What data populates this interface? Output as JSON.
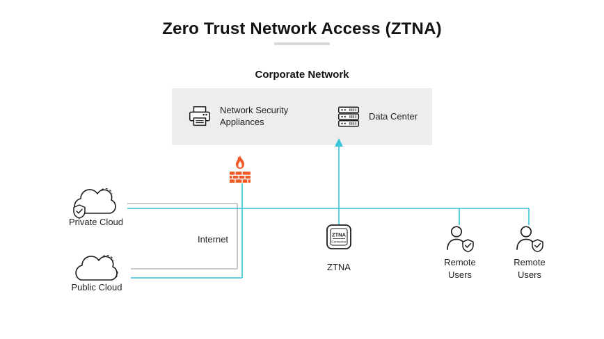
{
  "title": "Zero Trust Network Access (ZTNA)",
  "corporate": {
    "label": "Corporate Network",
    "appliances_label": "Network Security Appliances",
    "datacenter_label": "Data Center"
  },
  "nodes": {
    "internet_label": "Internet",
    "private_cloud_label": "Private Cloud",
    "public_cloud_label": "Public Cloud",
    "ztna_label": "ZTNA",
    "ztna_chip_line1": "ZTNA",
    "ztna_chip_line2": "Connector"
  },
  "remote_users": [
    {
      "label": "Remote Users"
    },
    {
      "label": "Remote Users"
    }
  ],
  "icons": {
    "printer": "printer-icon",
    "server": "server-rack-icon",
    "firewall": "firewall-icon",
    "private_cloud": "cloud-shield-icon",
    "public_cloud": "cloud-icon",
    "ztna_connector": "ztna-connector-chip-icon",
    "remote_user": "person-shield-icon",
    "arrow": "up-arrow-icon"
  },
  "colors": {
    "accent_cyan": "#35c4d8",
    "firewall_orange": "#f05a28",
    "line_gray": "#b9b9b9",
    "corporate_box_bg": "#ededed",
    "title_underline": "#d9d9d9",
    "text": "#1c1c1c"
  }
}
